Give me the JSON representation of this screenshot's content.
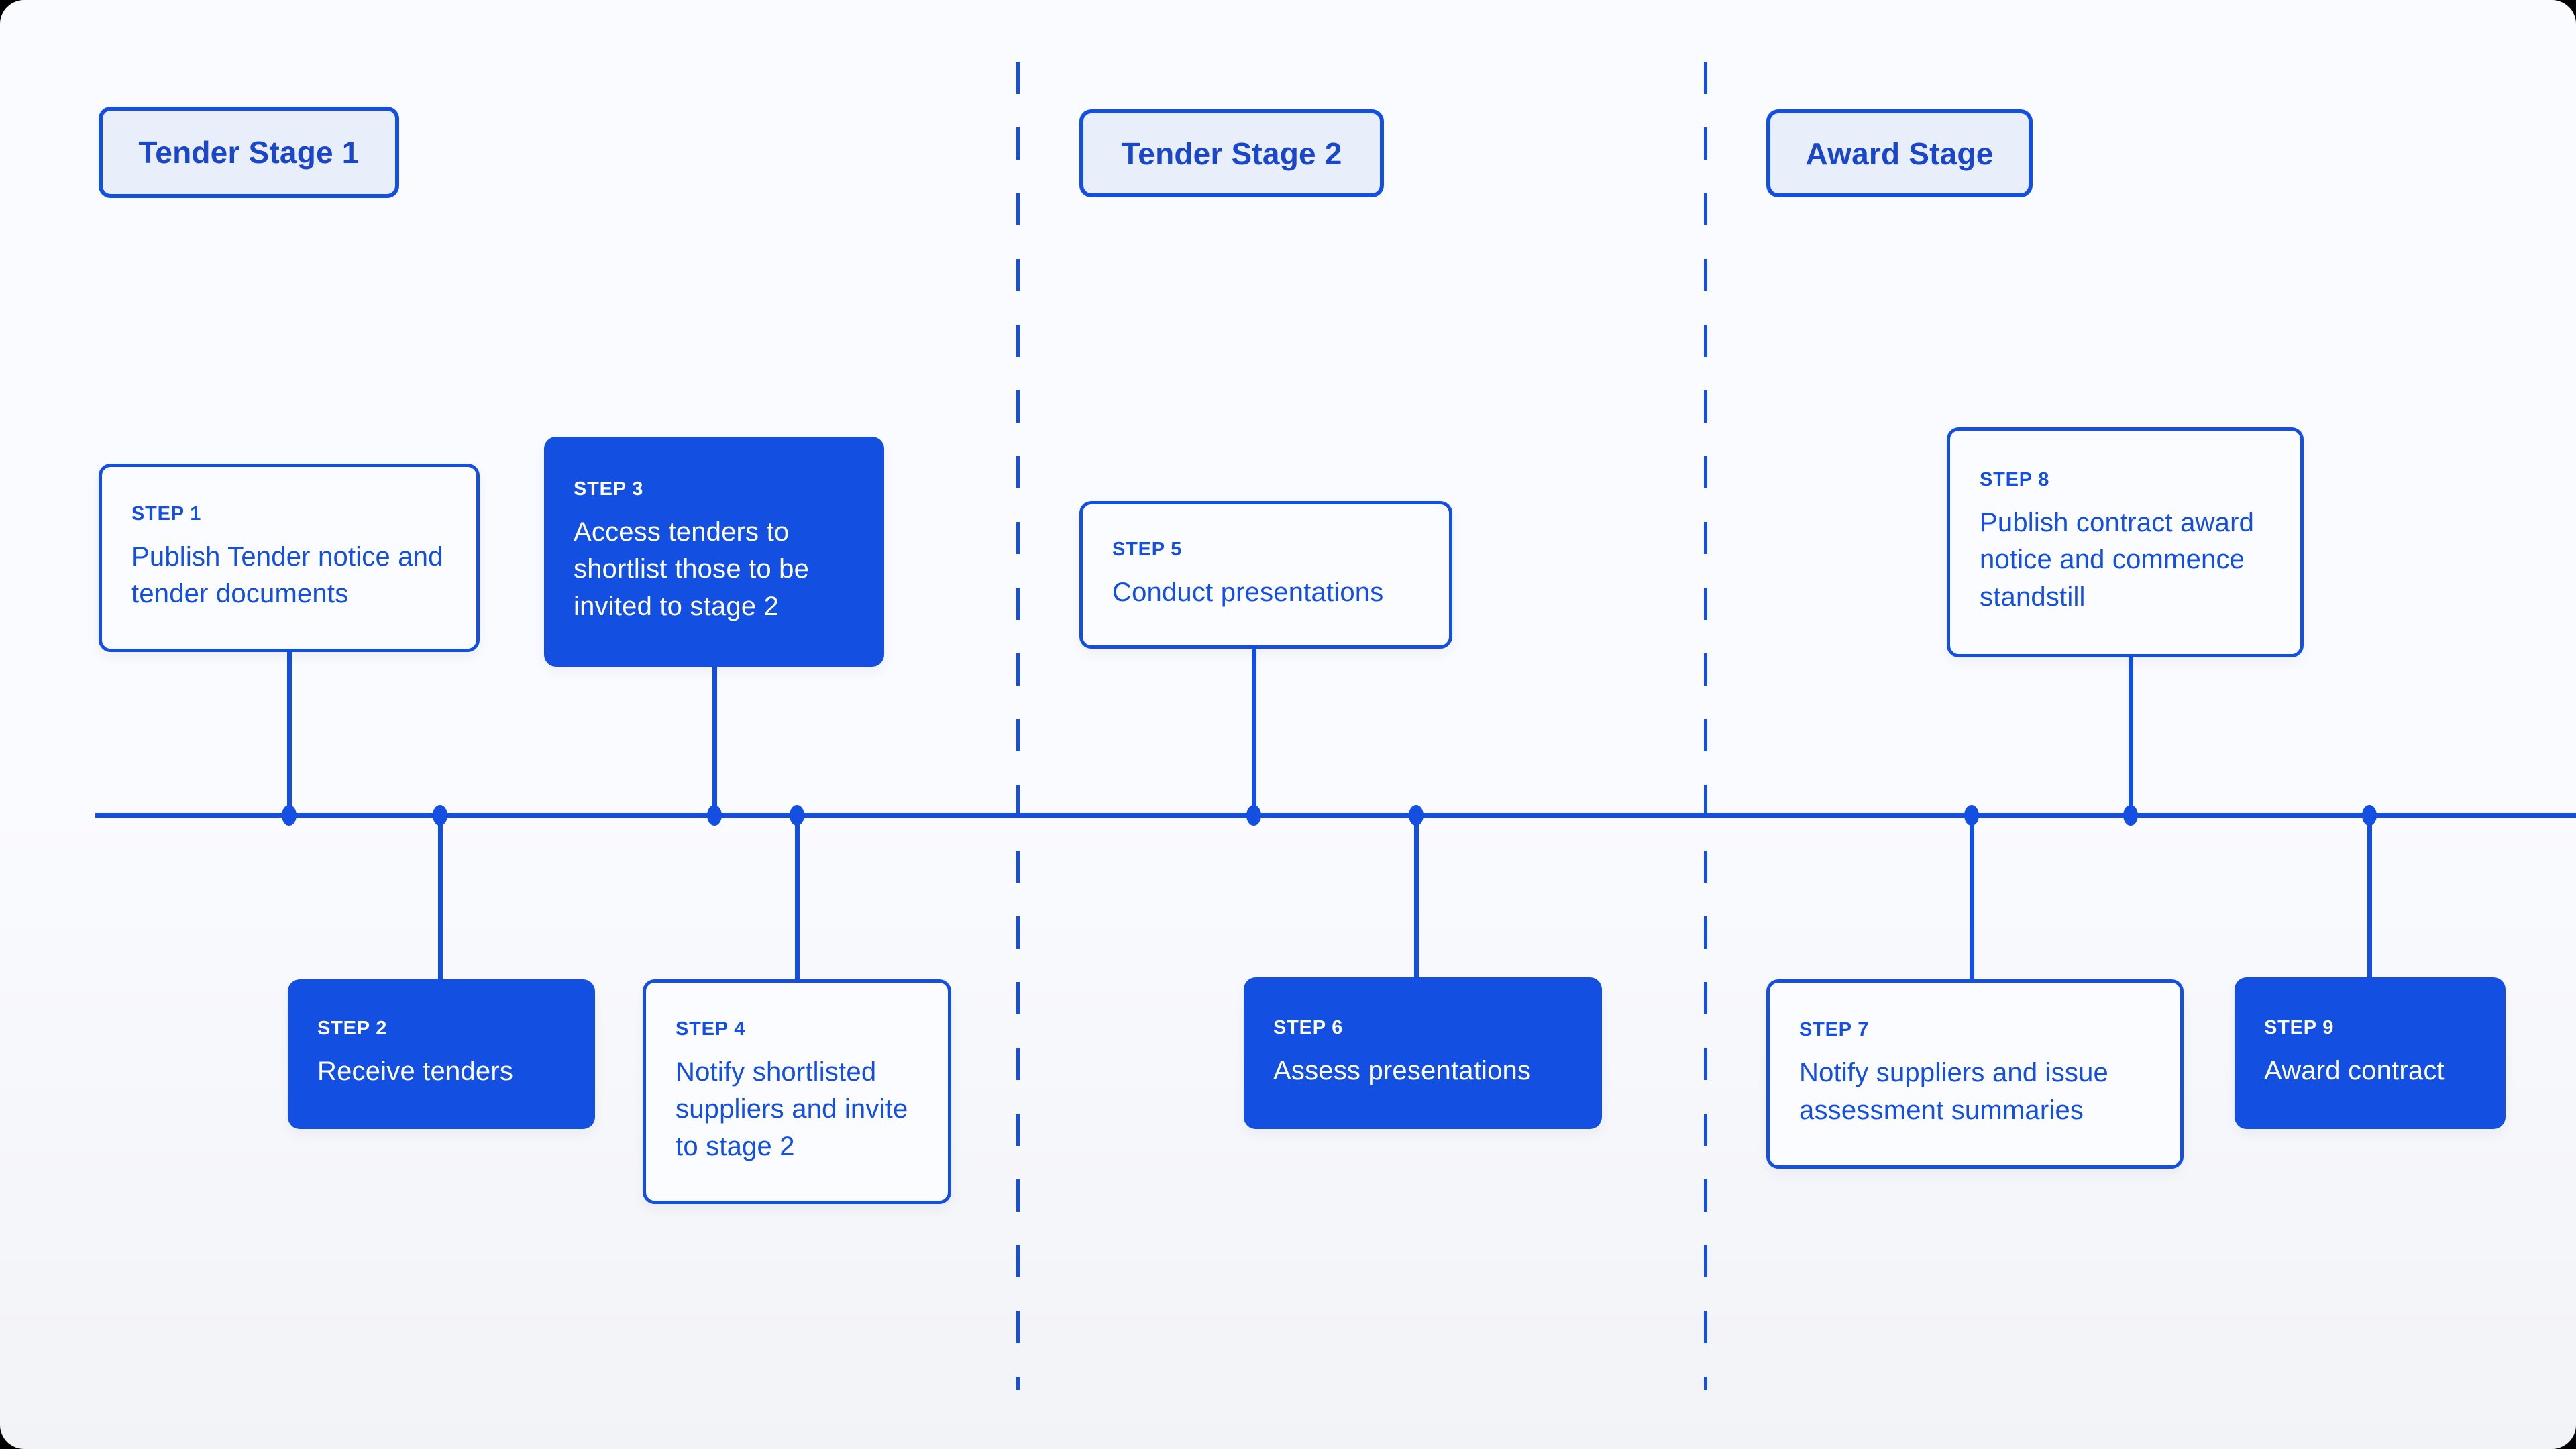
{
  "diagram": {
    "stages": [
      {
        "label": "Tender Stage 1"
      },
      {
        "label": "Tender Stage 2"
      },
      {
        "label": "Award Stage"
      }
    ],
    "steps": [
      {
        "label": "STEP 1",
        "title": "Publish Tender notice and tender documents",
        "style": "outline",
        "placement": "above-timeline"
      },
      {
        "label": "STEP 2",
        "title": "Receive tenders",
        "style": "filled",
        "placement": "below-timeline"
      },
      {
        "label": "STEP 3",
        "title": "Access tenders to shortlist those to be invited to stage 2",
        "style": "filled",
        "placement": "above-timeline"
      },
      {
        "label": "STEP 4",
        "title": "Notify shortlisted suppliers and invite to stage 2",
        "style": "outline",
        "placement": "below-timeline"
      },
      {
        "label": "STEP 5",
        "title": "Conduct presentations",
        "style": "outline",
        "placement": "above-timeline"
      },
      {
        "label": "STEP 6",
        "title": "Assess presentations",
        "style": "filled",
        "placement": "below-timeline"
      },
      {
        "label": "STEP 7",
        "title": "Notify suppliers and issue assessment summaries",
        "style": "outline",
        "placement": "below-timeline"
      },
      {
        "label": "STEP 8",
        "title": "Publish contract award notice and commence standstill",
        "style": "outline",
        "placement": "above-timeline"
      },
      {
        "label": "STEP 9",
        "title": "Award contract",
        "style": "filled",
        "placement": "below-timeline"
      }
    ],
    "colors": {
      "primary_blue": "#134fe0",
      "stage_fill": "#e9eefb",
      "stage_text": "#1a46c8",
      "card_fill_light": "#fbfcff",
      "canvas_top": "#fafbfe",
      "canvas_bottom": "#f2f3f7"
    }
  }
}
